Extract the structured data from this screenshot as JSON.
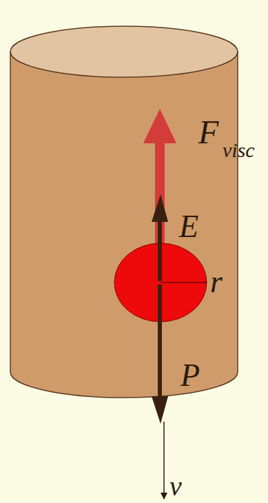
{
  "diagram": {
    "labels": [
      "F",
      "visc",
      "E",
      "r",
      "P",
      "v"
    ]
  }
}
